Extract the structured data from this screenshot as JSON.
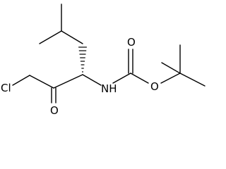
{
  "molecule": {
    "atoms": {
      "chlorine": "Cl",
      "ketone_oxygen": "O",
      "amide_nitrogen": "NH",
      "carbonyl_oxygen": "O",
      "ester_oxygen": "O"
    }
  }
}
